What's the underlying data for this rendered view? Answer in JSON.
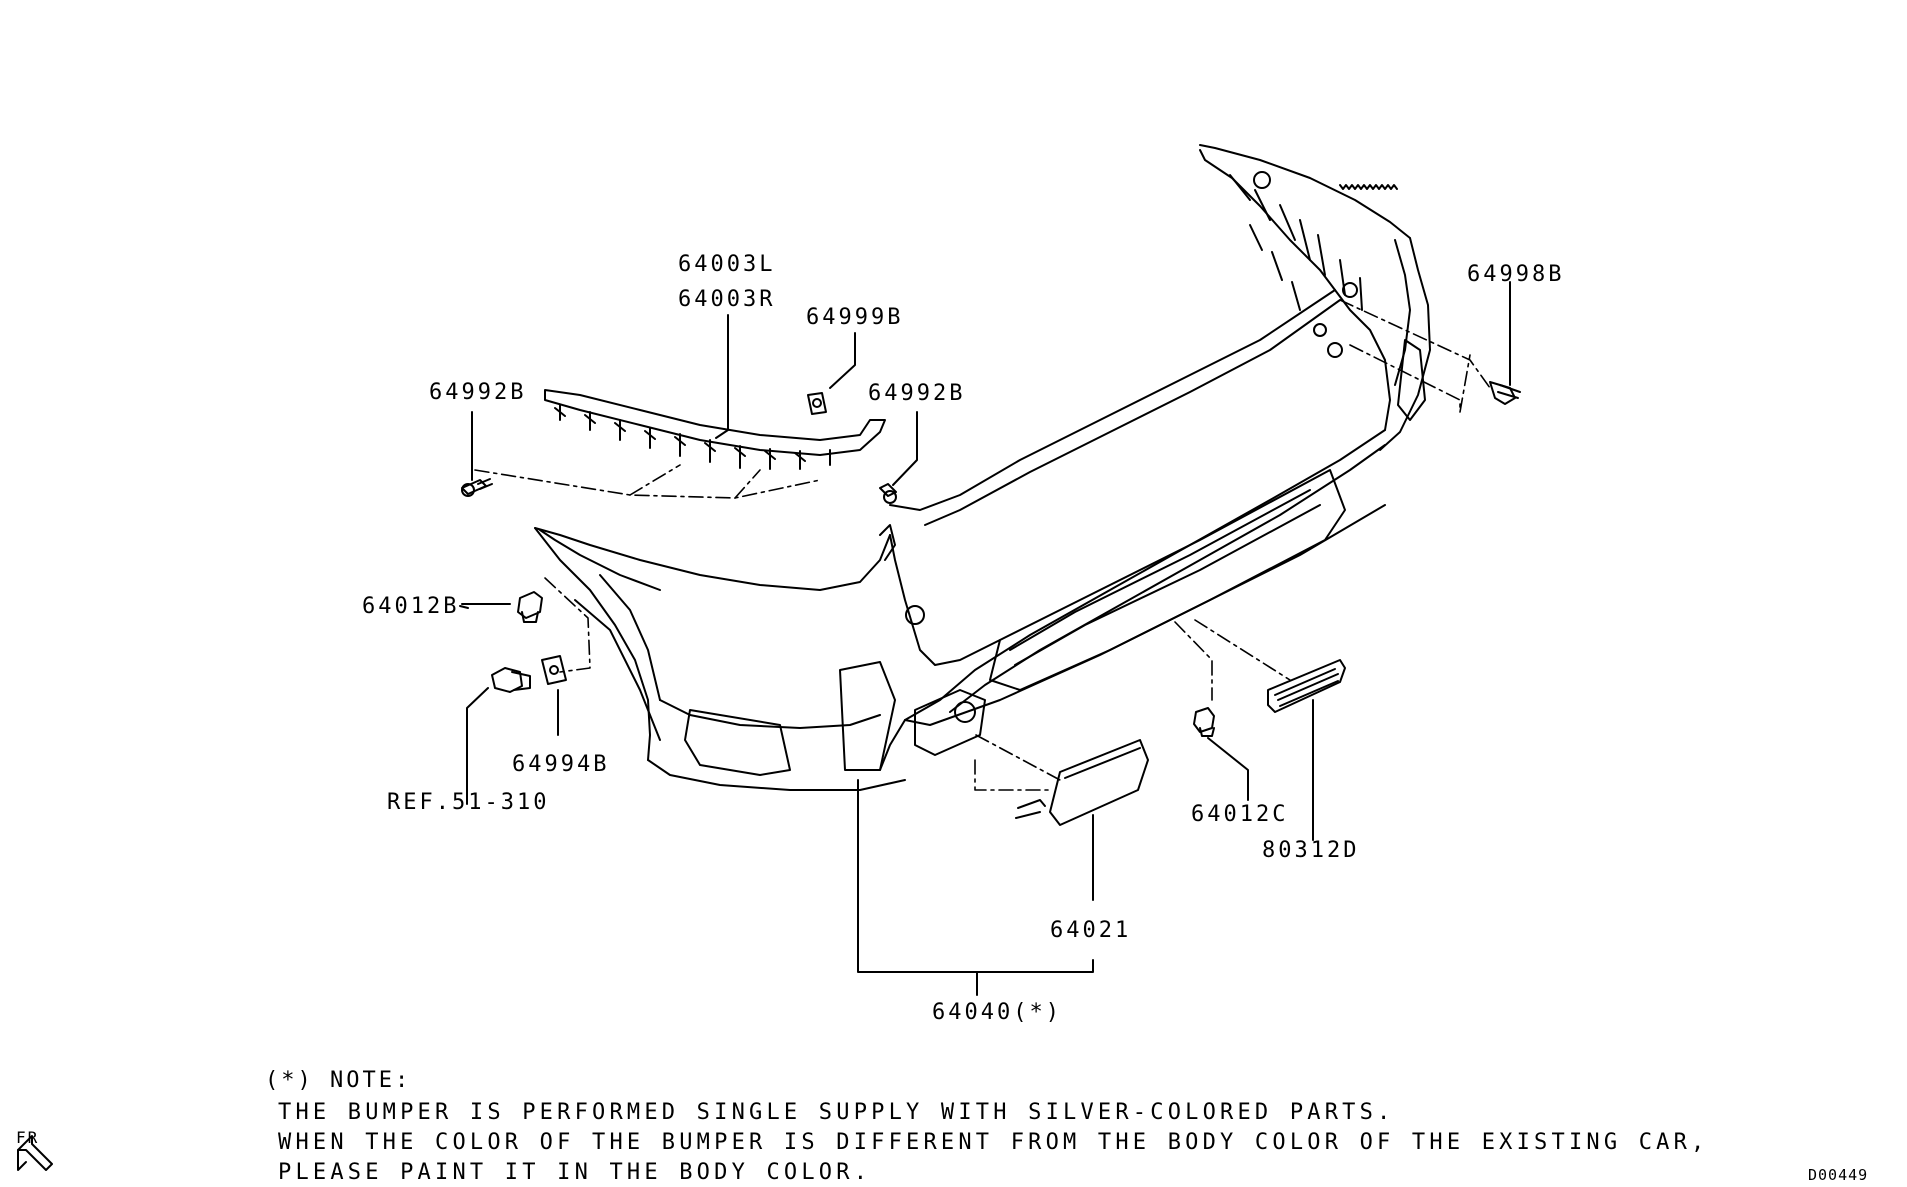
{
  "labels": {
    "p64003L": "64003L",
    "p64003R": "64003R",
    "p64999B": "64999B",
    "p64992B_left": "64992B",
    "p64992B_right": "64992B",
    "p64998B": "64998B",
    "p64012B": "64012B",
    "p64994B": "64994B",
    "ref": "REF.51-310",
    "p64012C": "64012C",
    "p80312D": "80312D",
    "p64021": "64021",
    "p64040": "64040(*)"
  },
  "note": {
    "heading": "(*) NOTE:",
    "line1": "THE BUMPER IS PERFORMED SINGLE SUPPLY WITH SILVER-COLORED PARTS.",
    "line2": "WHEN THE COLOR OF THE BUMPER IS DIFFERENT FROM THE BODY COLOR OF THE EXISTING CAR,",
    "line3": "PLEASE PAINT IT IN THE BODY COLOR."
  },
  "orientation_label": "FR",
  "diagram_id": "D00449"
}
